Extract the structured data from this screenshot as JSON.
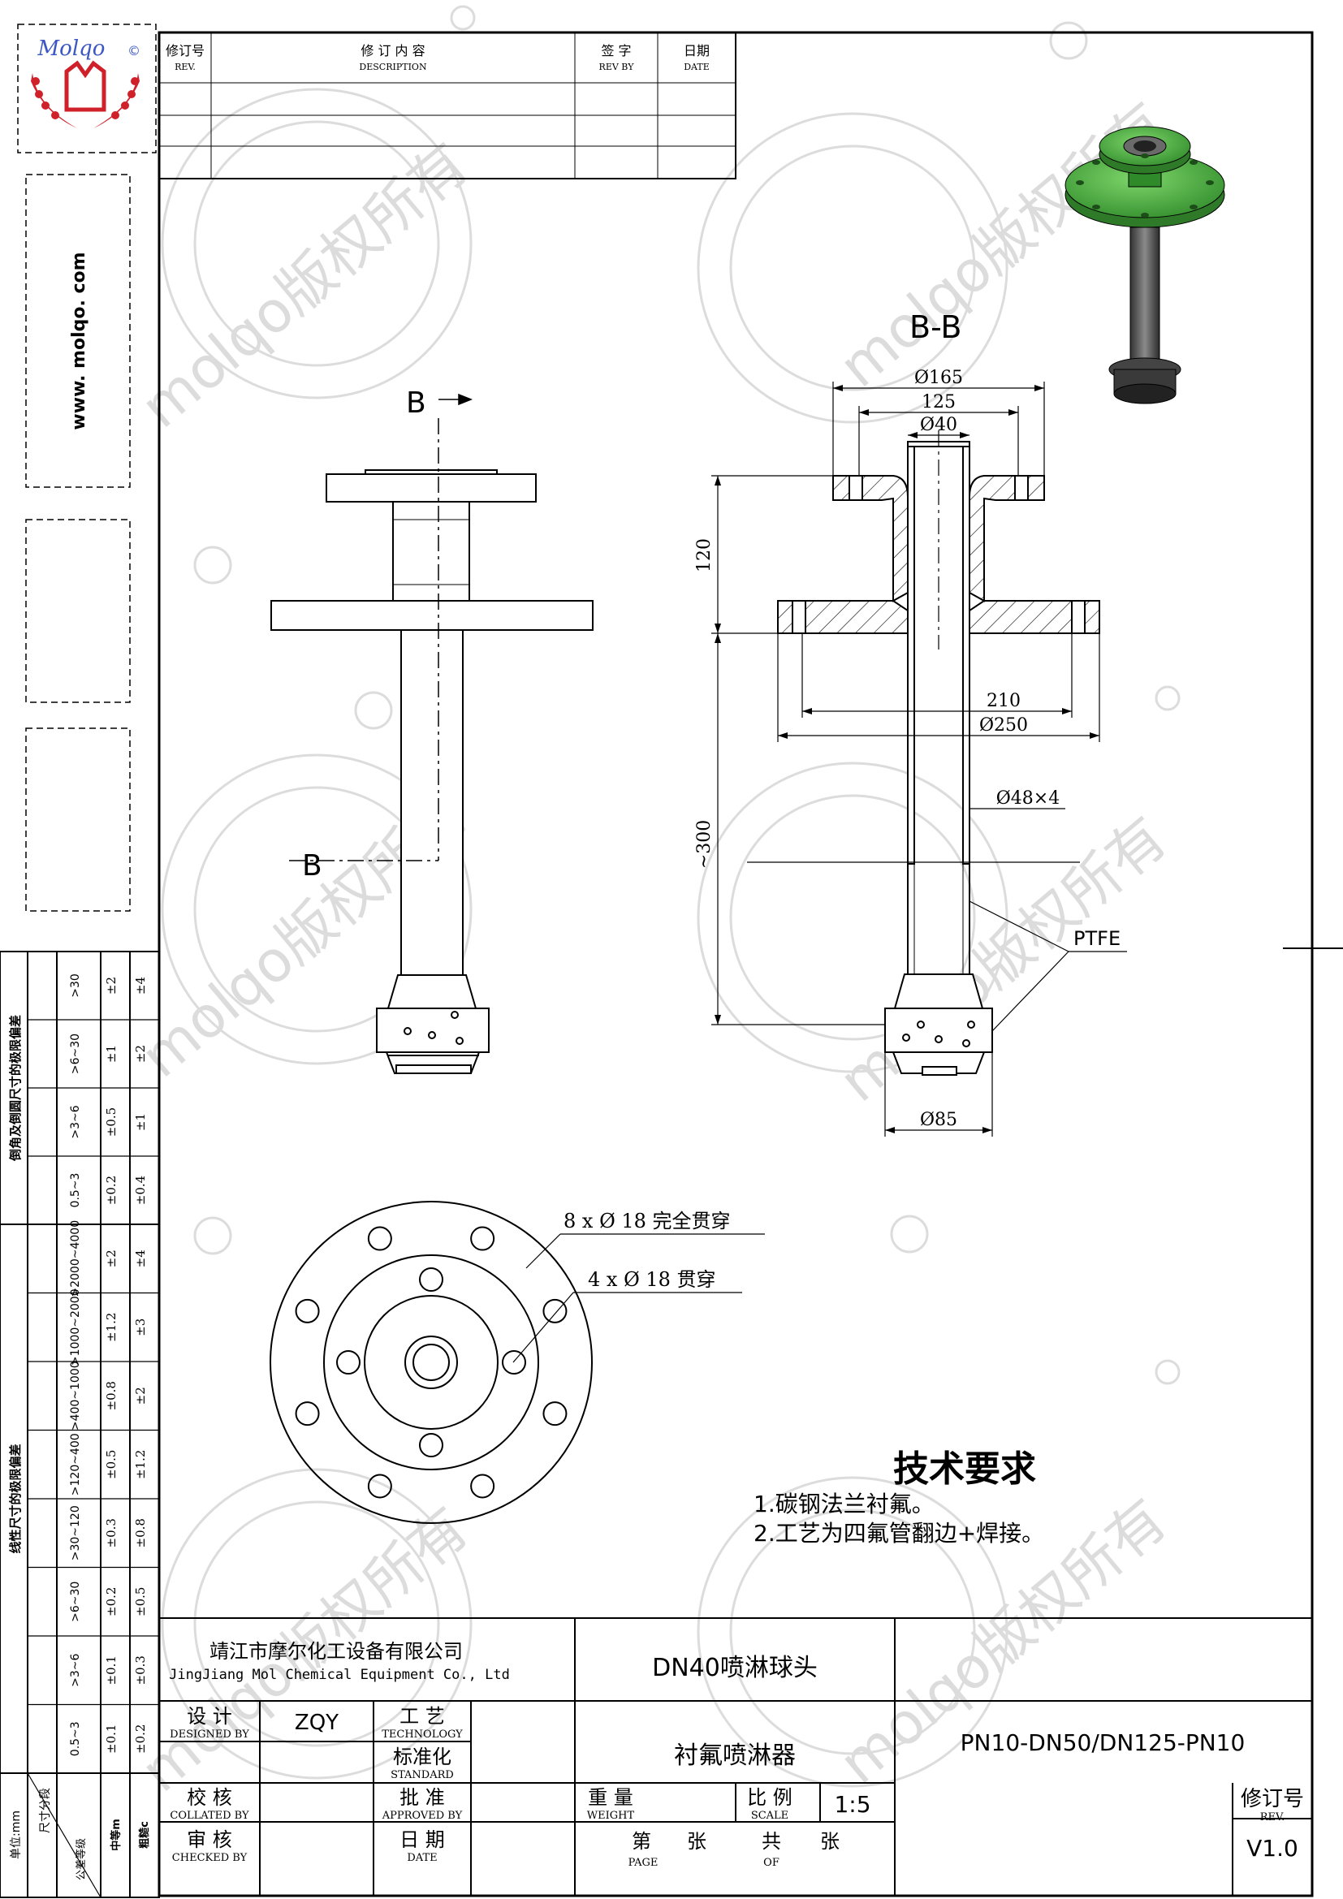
{
  "brand": {
    "logo_text": "Molqo",
    "website": "www. molqo. com",
    "watermark": "molqo版权所有"
  },
  "revision_table": {
    "rev_cn": "修订号",
    "rev_en": "REV.",
    "desc_cn": "修 订 内 容",
    "desc_en": "DESCRIPTION",
    "sign_cn": "签 字",
    "sign_en": "REV BY",
    "date_cn": "日期",
    "date_en": "DATE"
  },
  "views": {
    "section_label": "B-B",
    "cut_top": "B",
    "cut_bottom": "B"
  },
  "dimensions": {
    "d165": "Ø165",
    "d125": "125",
    "d40": "Ø40",
    "h120": "120",
    "d210": "210",
    "d250": "Ø250",
    "pipe": "Ø48×4",
    "h300": "~300",
    "material": "PTFE",
    "d85": "Ø85"
  },
  "holes": {
    "outer": "8 x Ø 18 完全贯穿",
    "inner": "4 x Ø 18 贯穿"
  },
  "tech": {
    "title": "技术要求",
    "line1": "1.碳钢法兰衬氟。",
    "line2": "2.工艺为四氟管翻边+焊接。"
  },
  "tolerance": {
    "chamfer_title": "倒角及倒圆尺寸的极限偏差",
    "linear_title": "线性尺寸的极限偏差",
    "unit": "单位:mm",
    "seg_label": "尺寸分段",
    "grade_label": "公差等级",
    "medium_label": "中等m",
    "coarse_label": "粗糙c",
    "chamfer_rows": [
      {
        "range": ">30",
        "m": "±2",
        "c": "±4"
      },
      {
        "range": ">6~30",
        "m": "±1",
        "c": "±2"
      },
      {
        "range": ">3~6",
        "m": "±0.5",
        "c": "±1"
      },
      {
        "range": "0.5~3",
        "m": "±0.2",
        "c": "±0.4"
      }
    ],
    "linear_rows": [
      {
        "range": ">2000~4000",
        "m": "±2",
        "c": "±4"
      },
      {
        "range": ">1000~2000",
        "m": "±1.2",
        "c": "±3"
      },
      {
        "range": ">400~1000",
        "m": "±0.8",
        "c": "±2"
      },
      {
        "range": ">120~400",
        "m": "±0.5",
        "c": "±1.2"
      },
      {
        "range": ">30~120",
        "m": "±0.3",
        "c": "±0.8"
      },
      {
        "range": ">6~30",
        "m": "±0.2",
        "c": "±0.5"
      },
      {
        "range": ">3~6",
        "m": "±0.1",
        "c": "±0.3"
      },
      {
        "range": "0.5~3",
        "m": "±0.1",
        "c": "±0.2"
      }
    ]
  },
  "title_block": {
    "company_cn": "靖江市摩尔化工设备有限公司",
    "company_en": "JingJiang Mol Chemical Equipment Co., Ltd",
    "part_name": "DN40喷淋球头",
    "drawing_name": "衬氟喷淋器",
    "spec": "PN10-DN50/DN125-PN10",
    "designed_cn": "设 计",
    "designed_en": "DESIGNED BY",
    "designer": "ZQY",
    "technology_cn": "工 艺",
    "technology_en": "TECHNOLOGY",
    "standard_cn": "标准化",
    "standard_en": "STANDARD",
    "collated_cn": "校 核",
    "collated_en": "COLLATED BY",
    "approved_cn": "批 准",
    "approved_en": "APPROVED BY",
    "checked_cn": "审 核",
    "checked_en": "CHECKED BY",
    "date_cn": "日 期",
    "date_en": "DATE",
    "weight_cn": "重 量",
    "weight_en": "WEIGHT",
    "scale_cn": "比 例",
    "scale_en": "SCALE",
    "scale": "1:5",
    "page_cn": "第",
    "page_zhang": "张",
    "page_en": "PAGE",
    "of_cn": "共",
    "of_zhang": "张",
    "of_en": "OF",
    "rev_cn": "修订号",
    "rev_en": "REV.",
    "rev": "V1.0"
  }
}
